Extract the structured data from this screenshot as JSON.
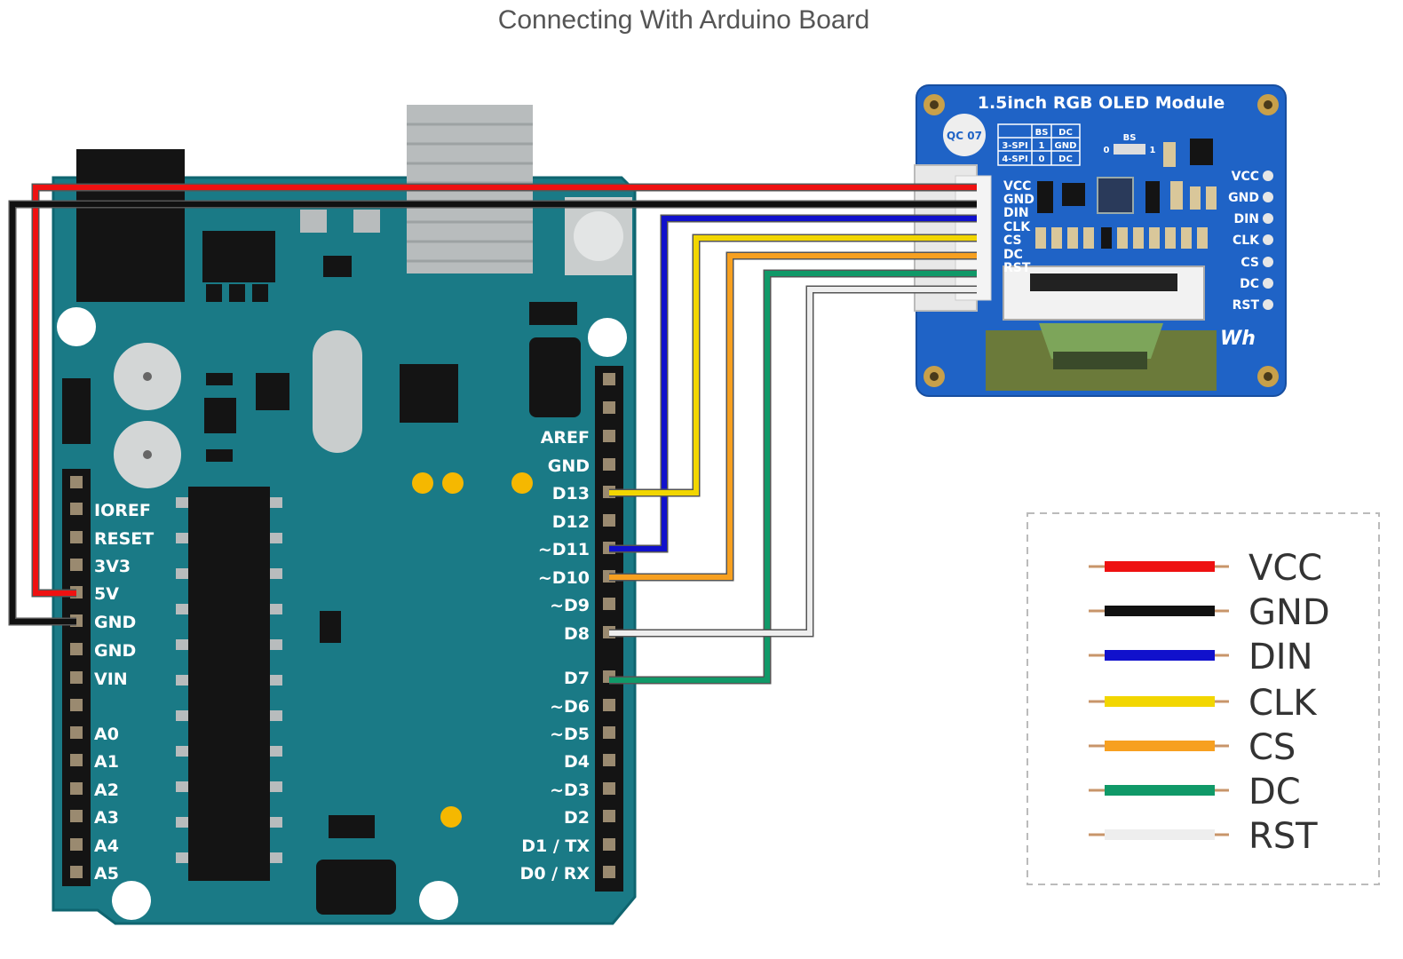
{
  "title": "Connecting With Arduino Board",
  "oled": {
    "title": "1.5inch RGB OLED Module",
    "connector_pins": [
      "VCC",
      "GND",
      "DIN",
      "CLK",
      "CS",
      "DC",
      "RST"
    ],
    "side_pins": [
      "VCC",
      "GND",
      "DIN",
      "CLK",
      "CS",
      "DC",
      "RST"
    ],
    "table": {
      "h1": "BS",
      "h2": "DC",
      "r1c0": "3-SPI",
      "r1c1": "1",
      "r1c2": "GND",
      "r2c0": "4-SPI",
      "r2c1": "0",
      "r2c2": "DC"
    },
    "bs_label": "BS",
    "bs_left": "0",
    "bs_right": "1",
    "qc_label": "QC 07",
    "brand": "Wh"
  },
  "arduino": {
    "left_pins": [
      "IOREF",
      "RESET",
      "3V3",
      "5V",
      "GND",
      "GND",
      "VIN",
      "A0",
      "A1",
      "A2",
      "A3",
      "A4",
      "A5"
    ],
    "right_pins": [
      "AREF",
      "GND",
      "D13",
      "D12",
      "~D11",
      "~D10",
      "~D9",
      "D8",
      "D7",
      "~D6",
      "~D5",
      "D4",
      "~D3",
      "D2",
      "D1 / TX",
      "D0 / RX"
    ]
  },
  "legend": [
    {
      "label": "VCC",
      "color": "#ee1111"
    },
    {
      "label": "GND",
      "color": "#111111"
    },
    {
      "label": "DIN",
      "color": "#1111cc"
    },
    {
      "label": "CLK",
      "color": "#f2d600"
    },
    {
      "label": "CS",
      "color": "#f7a020"
    },
    {
      "label": "DC",
      "color": "#109968"
    },
    {
      "label": "RST",
      "color": "#eeeeee"
    }
  ]
}
